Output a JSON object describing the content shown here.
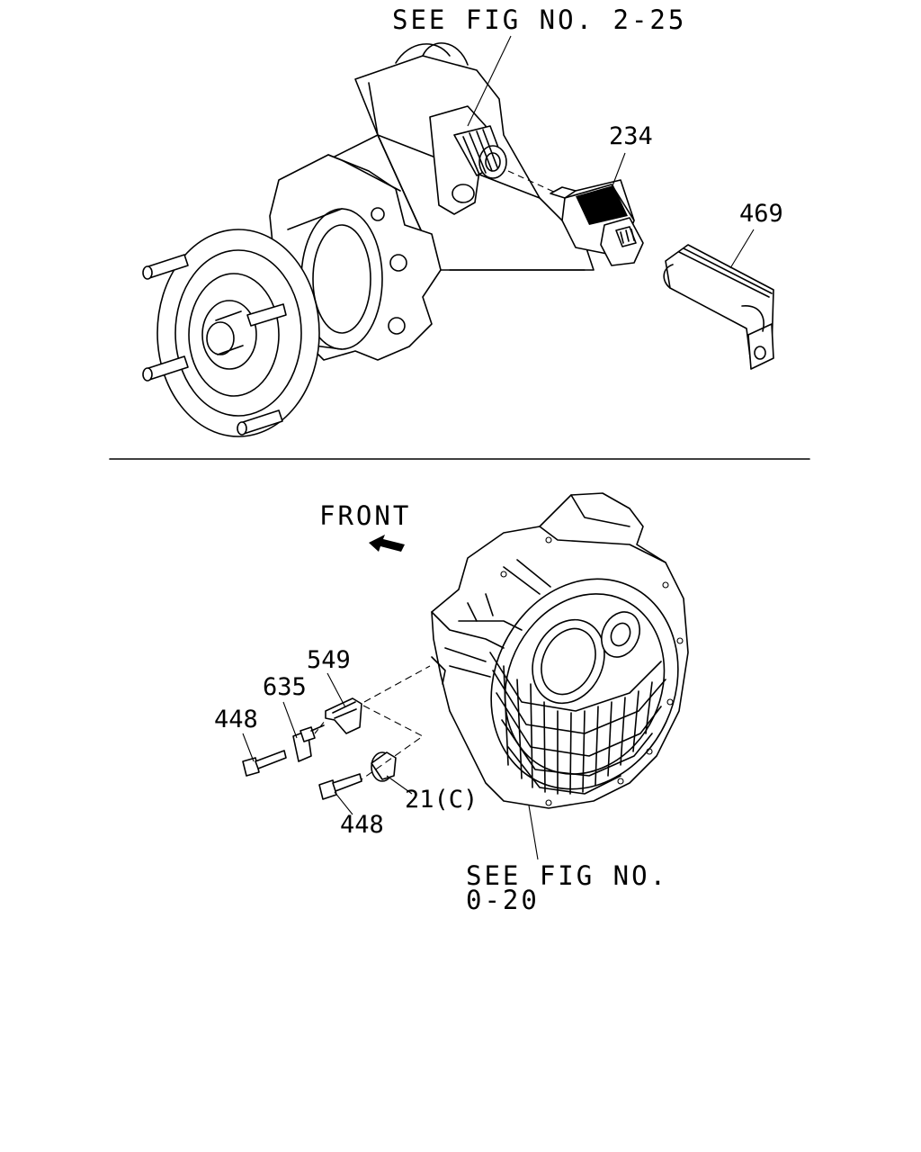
{
  "top_section": {
    "reference_text": "SEE FIG NO. 2-25",
    "callouts": {
      "sensor": "234",
      "cover": "469"
    }
  },
  "bottom_section": {
    "direction_label": "FRONT",
    "reference_line1": "SEE FIG NO.",
    "reference_line2": "0-20",
    "callouts": {
      "bracket": "549",
      "sensor": "635",
      "bolt_upper": "448",
      "bolt_lower": "448",
      "clamp": "21(C)"
    }
  }
}
